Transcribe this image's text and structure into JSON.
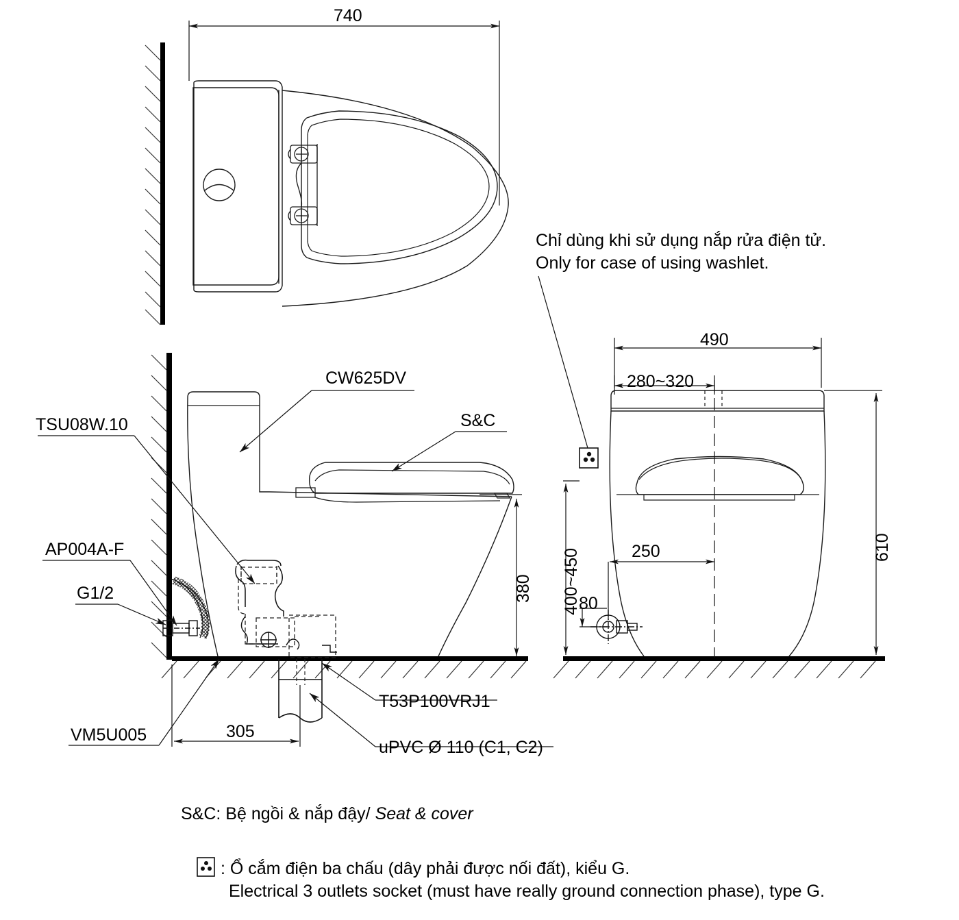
{
  "drawing": {
    "title": "TOTO CW625DV toilet installation drawing",
    "line_color": "#1a1a1a",
    "hatch_color": "#3a3a3a",
    "accent_color": "#000000"
  },
  "top_view": {
    "dimension_width": "740"
  },
  "side_view": {
    "labels": {
      "tank": "CW625DV",
      "seat_cover": "S&C",
      "washlet_unit": "TSU08W.10",
      "supply_hose": "AP004A-F",
      "supply_thread": "G1/2",
      "floor_flange": "VM5U005",
      "trap_adapter": "T53P100VRJ1",
      "waste_pipe": "uPVC Ø 110 (C1, C2)"
    },
    "dimensions": {
      "seat_height": "380",
      "rough_in": "305"
    }
  },
  "front_view": {
    "dimensions": {
      "overall_width": "490",
      "tank_width_range": "280~320",
      "height": "610",
      "socket_height_range": "400~450",
      "supply_offset": "250",
      "supply_height": "80"
    }
  },
  "notes": {
    "washlet_vi": "Chỉ dùng khi sử dụng nắp rửa điện tử.",
    "washlet_en": "Only for case of using washlet."
  },
  "legend": {
    "sc_line": "S&C: Bệ ngồi & nắp đậy/ ",
    "sc_line_italic": "Seat & cover",
    "socket_icon": "socket-3-outlet-icon",
    "socket_vi": ": Ổ cắm điện ba chấu (dây phải được nối đất), kiểu G.",
    "socket_en": "Electrical 3 outlets socket (must have really ground connection phase), type G."
  }
}
